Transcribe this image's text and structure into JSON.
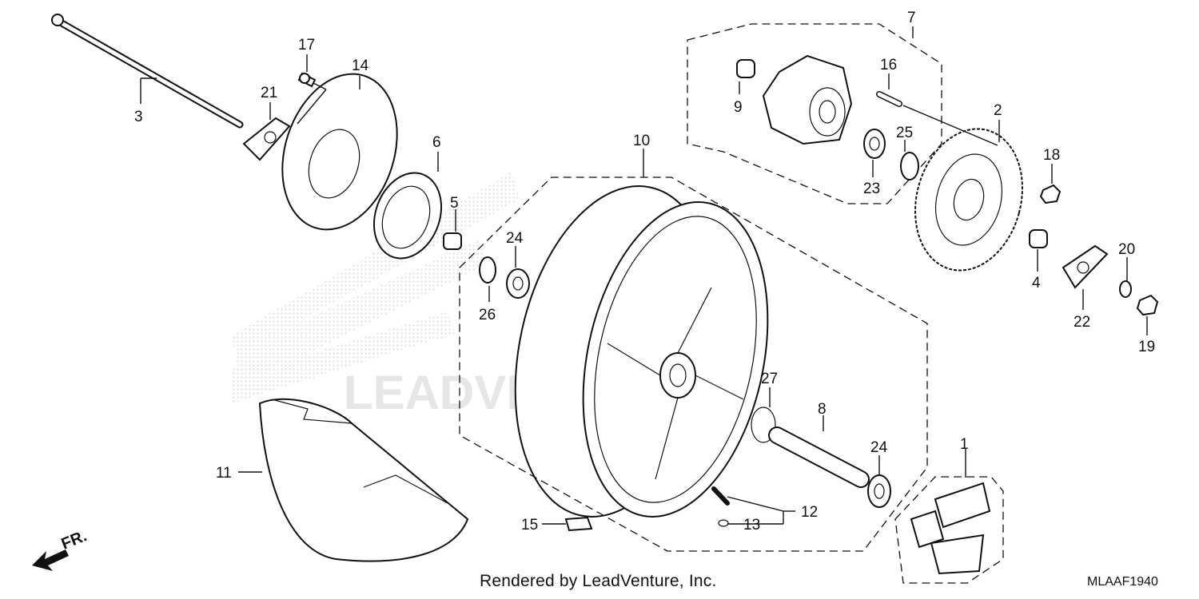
{
  "diagram": {
    "part_numbers": {
      "p1": "1",
      "p2": "2",
      "p3": "3",
      "p4": "4",
      "p5": "5",
      "p6": "6",
      "p7": "7",
      "p8": "8",
      "p9": "9",
      "p10": "10",
      "p11": "11",
      "p12": "12",
      "p13": "13",
      "p14": "14",
      "p15": "15",
      "p16": "16",
      "p17": "17",
      "p18": "18",
      "p19": "19",
      "p20": "20",
      "p21": "21",
      "p22": "22",
      "p23": "23",
      "p24a": "24",
      "p24b": "24",
      "p25": "25",
      "p26": "26",
      "p27": "27"
    },
    "direction_label": "FR.",
    "watermark_text": "LEADVENTURE",
    "credit": "Rendered by LeadVenture, Inc.",
    "diagram_code": "MLAAF1940"
  }
}
